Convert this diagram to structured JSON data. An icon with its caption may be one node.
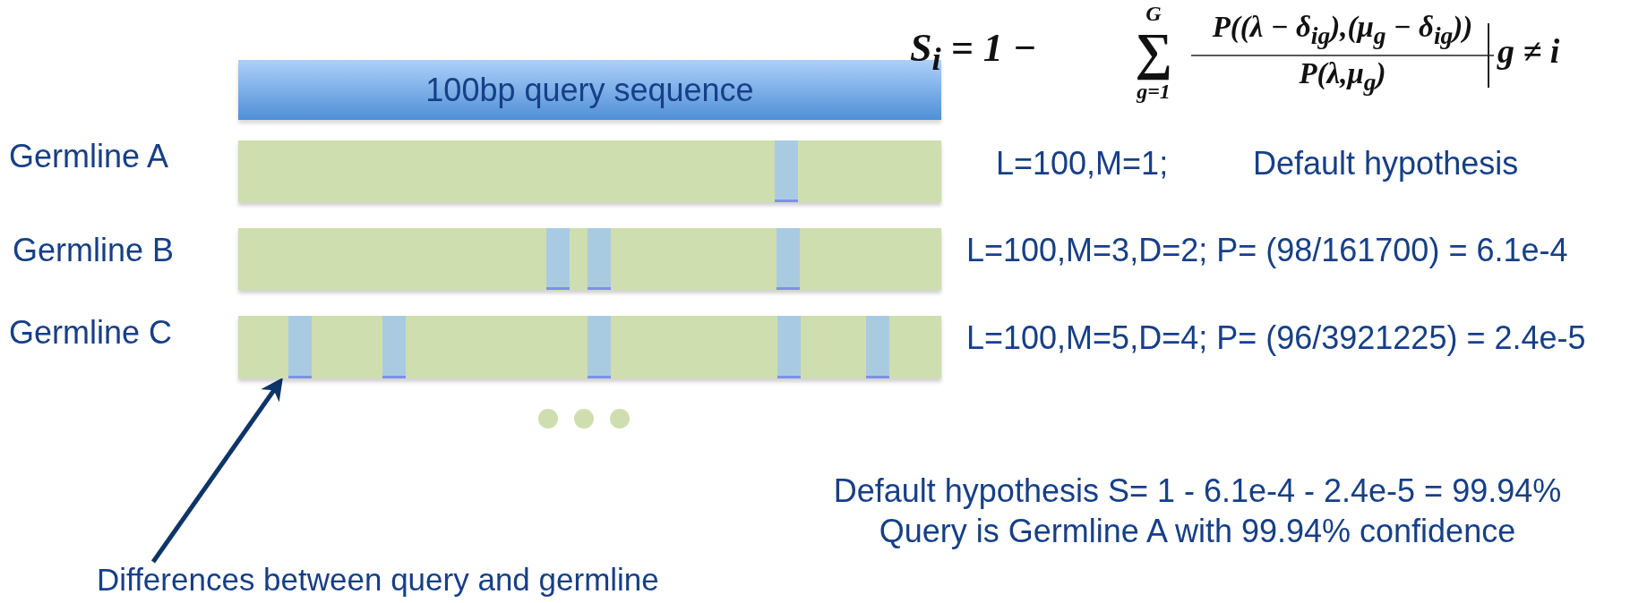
{
  "diagram": {
    "nodes": [
      {
        "text": [
          "100bp query sequence"
        ]
      },
      {
        "text": [],
        "shape": "bar"
      },
      {
        "text": [],
        "shape": "bar"
      },
      {
        "text": [],
        "shape": "bar"
      },
      {
        "text": [
          "Differences between query and germline"
        ]
      }
    ],
    "edges": [
      {
        "from": 4,
        "to": 3,
        "arrow": "to"
      }
    ],
    "labels": [
      "S$_{i}$ = 1 −",
      "G",
      "∑",
      "g=1",
      "P((λ − δ$_{ig}$),(μ$_{g}$ − δ$_{ig}$))",
      "P(λ,μ$_{g}$)",
      "g ≠ i",
      "Germline A",
      "L=100,M=1;",
      "Default hypothesis",
      "Germline B",
      "L=100,M=3,D=2; P= (98/161700) = 6.1e-4",
      "Germline C",
      "L=100,M=5,D=4; P= (96/3921225) = 2.4e-5",
      "Default hypothesis S= 1 - 6.1e-4 - 2.4e-5 = 99.94%",
      "Query is Germline A with 99.94% confidence"
    ]
  }
}
